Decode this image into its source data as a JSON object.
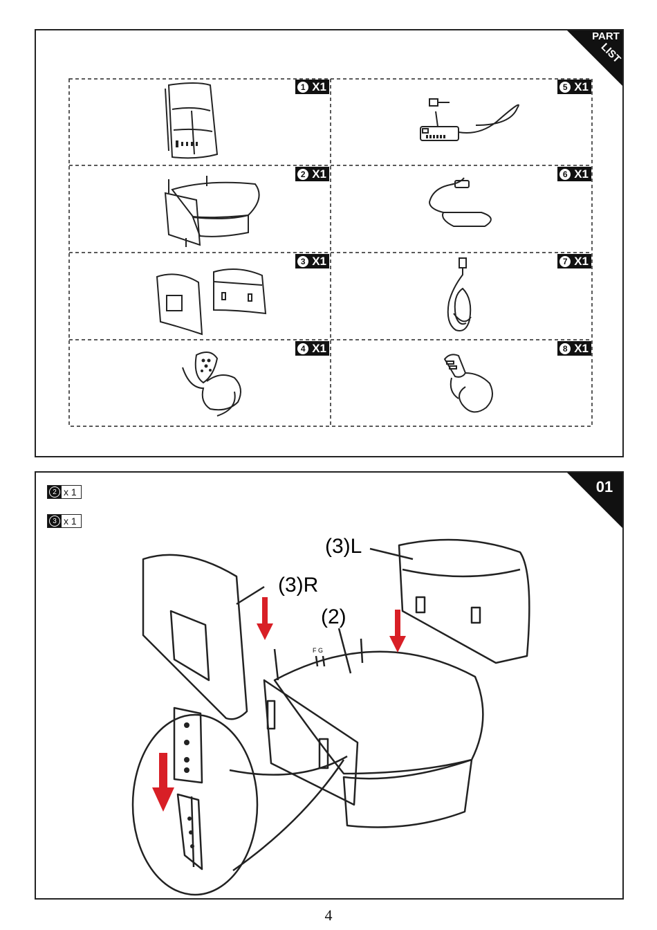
{
  "part_list": {
    "corner_line1": "PART",
    "corner_line2": "LIST",
    "items": [
      {
        "num": "1",
        "qty": "X1",
        "icon": "backrest-icon"
      },
      {
        "num": "5",
        "qty": "X1",
        "icon": "power-adapter-icon"
      },
      {
        "num": "2",
        "qty": "X1",
        "icon": "seat-base-icon"
      },
      {
        "num": "6",
        "qty": "X1",
        "icon": "power-supply-box-icon"
      },
      {
        "num": "3",
        "qty": "X1",
        "icon": "armrests-icon"
      },
      {
        "num": "7",
        "qty": "X1",
        "icon": "power-cord-icon"
      },
      {
        "num": "4",
        "qty": "X1",
        "icon": "massage-remote-icon"
      },
      {
        "num": "8",
        "qty": "X1",
        "icon": "lift-remote-icon"
      }
    ]
  },
  "step": {
    "number": "01",
    "parts": [
      {
        "num": "2",
        "qty": "x 1"
      },
      {
        "num": "3",
        "qty": "x 1"
      }
    ],
    "labels": {
      "right_arm": "(3)R",
      "left_arm": "(3)L",
      "seat": "(2)",
      "fg": "F G"
    }
  },
  "page_number": "4"
}
